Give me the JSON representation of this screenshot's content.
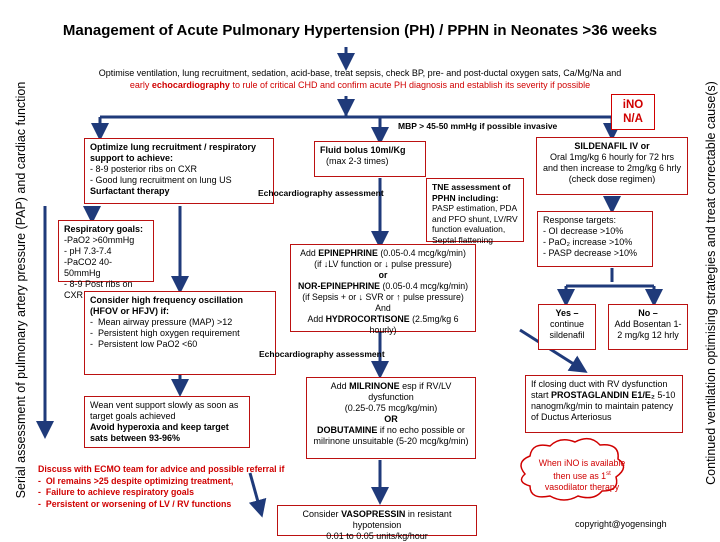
{
  "title": "Management of Acute Pulmonary Hypertension (PH) / PPHN in Neonates >36 weeks",
  "intro": {
    "line1": "Optimise ventilation, lung recruitment, sedation, acid-base, treat sepsis, check BP, pre- and post-ductal oxygen sats, Ca/Mg/Na and",
    "line2_pre": "early ",
    "line2_bold": "echocardiography",
    "line2_post": " to rule of critical CHD and confirm acute PH diagnosis and establish its severity if possible"
  },
  "ino_badge": {
    "line1": "iNO",
    "line2": "N/A"
  },
  "mbp_label": "MBP > 45-50 mmHg if possible invasive",
  "left_side_text": "Serial assessment of pulmonary artery pressure (PAP) and cardiac function",
  "right_side_text": "Continued ventilation optimising strategies and treat correctable cause(s)",
  "lung_box": {
    "heading": "Optimize lung recruitment / respiratory support to achieve:",
    "items": [
      "8-9 posterior ribs on CXR",
      "Good lung recruitment on lung US"
    ],
    "footer": "Surfactant therapy"
  },
  "fluid_box": {
    "heading": "Fluid bolus 10ml/Kg",
    "sub": "(max 2-3 times)"
  },
  "sildenafil_box": {
    "heading": "SILDENAFIL IV or",
    "text": "Oral 1mg/kg 6 hourly for 72 hrs and then increase to 2mg/kg 6 hrly (check dose regimen)"
  },
  "echo_label_1": "Echocardiography assessment",
  "echo_label_2": "Echocardiography assessment",
  "tne_box": {
    "heading": "TNE assessment of PPHN including:",
    "text": "PASP estimation, PDA and PFO shunt, LV/RV function evaluation, Septal flattening"
  },
  "resp_goals": {
    "heading": "Respiratory goals:",
    "items": [
      "-PaO2 >60mmHg",
      "- pH 7.3-7.4",
      "-PaCO2 40-50mmHg",
      "- 8-9 Post ribs on CXR"
    ]
  },
  "response_box": {
    "heading": "Response targets:",
    "items": [
      "- OI decrease >10%",
      "- PaO₂ increase >10%",
      "- PASP decrease >10%"
    ]
  },
  "inotrope_box": {
    "l1_pre": "Add ",
    "l1_bold": "EPINEPHRINE",
    "l1_post": " (0.05-0.4 mcg/kg/min)",
    "l2": "(if ↓LV function or ↓ pulse pressure)",
    "or": "or",
    "l3_bold": "NOR-EPINEPHRINE",
    "l3_post": " (0.05-0.4 mcg/kg/min)",
    "l4": "(if Sepsis + or ↓ SVR or ↑ pulse pressure)",
    "and": "And",
    "l5_pre": "Add ",
    "l5_bold": "HYDROCORTISONE",
    "l5_post": " (2.5mg/kg 6 hourly)"
  },
  "yes_box": {
    "heading": "Yes –",
    "text": "continue sildenafil"
  },
  "no_box": {
    "heading": "No –",
    "text": "Add Bosentan 1-2 mg/kg 12 hrly"
  },
  "hfov_box": {
    "heading": "Consider high frequency oscillation (HFOV or HFJV) if:",
    "items": [
      "Mean airway pressure (MAP) >12",
      "Persistent high oxygen requirement",
      "Persistent low PaO2 <60"
    ]
  },
  "milrinone_box": {
    "l1_pre": "Add ",
    "l1_bold": "MILRINONE",
    "l1_post": "  esp if RV/LV dysfunction",
    "l2": "(0.25-0.75 mcg/kg/min)",
    "or": "OR",
    "l3_bold": "DOBUTAMINE",
    "l3_post": " if no echo possible or milrinone unsuitable (5-20 mcg/kg/min)"
  },
  "pge_box": {
    "l1": "If closing duct with RV dysfunction",
    "l2_pre": "start ",
    "l2_bold": "PROSTAGLANDIN E1/E₂",
    "l2_post": " 5-10",
    "l3": "nanogm/kg/min to maintain patency of Ductus Arteriosus"
  },
  "wean_box": {
    "text": "Wean vent support slowly as soon as target goals achieved",
    "bold": "Avoid hyperoxia and keep target sats between 93-96%"
  },
  "ecmo": {
    "heading": "Discuss with ECMO team for advice and possible referral if",
    "items": [
      "OI remains >25 despite optimizing treatment,",
      "Failure to achieve respiratory goals",
      "Persistent or worsening of LV / RV functions"
    ]
  },
  "vaso_box": {
    "l1_pre": "Consider ",
    "l1_bold": "VASOPRESSIN",
    "l1_post": " in resistant hypotension",
    "l2": "0.01 to 0.05 units/kg/hour"
  },
  "cloud": {
    "line1": "When iNO is available",
    "line2": "then use as 1",
    "sup": "st",
    "line3": "vasodilator therapy"
  },
  "copyright": "copyright@yogensingh"
}
